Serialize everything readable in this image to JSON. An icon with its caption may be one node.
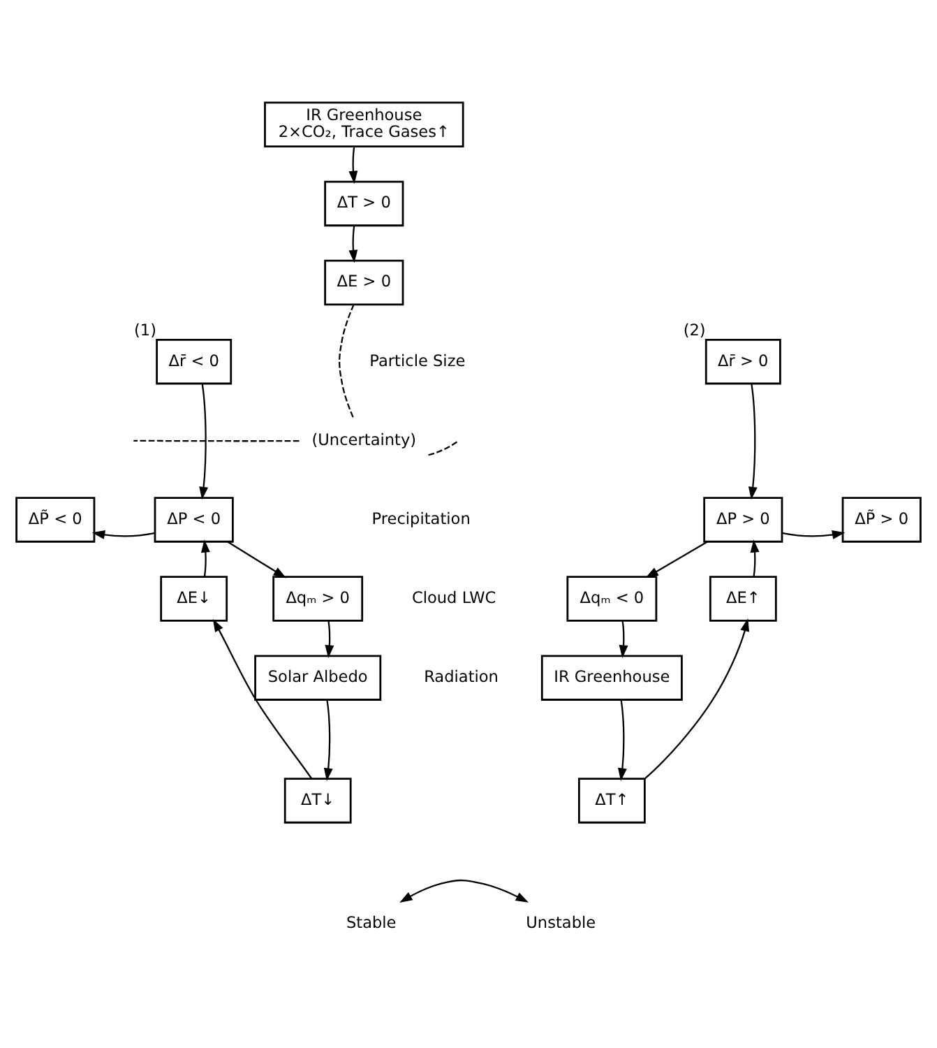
{
  "diagram": {
    "nodes": [
      {
        "text": [
          "IR Greenhouse",
          "2×CO₂, Trace Gases↑"
        ]
      },
      {
        "text": [
          "ΔT > 0"
        ]
      },
      {
        "text": [
          "ΔE > 0"
        ]
      },
      {
        "text": [
          "Δr̄ < 0"
        ],
        "beside": [
          "(1)"
        ]
      },
      {
        "text": [
          "Δr̄ > 0"
        ],
        "beside": [
          "(2)"
        ]
      },
      {
        "text": [
          "(Uncertainty)"
        ]
      },
      {
        "text": [
          "ΔP̃ < 0"
        ]
      },
      {
        "text": [
          "ΔP < 0"
        ]
      },
      {
        "text": [
          "ΔP > 0"
        ]
      },
      {
        "text": [
          "ΔP̃ > 0"
        ]
      },
      {
        "text": [
          "Δqₘ > 0"
        ]
      },
      {
        "text": [
          "Δqₘ < 0"
        ]
      },
      {
        "text": [
          "ΔE↓"
        ]
      },
      {
        "text": [
          "Solar Albedo"
        ]
      },
      {
        "text": [
          "IR Greenhouse"
        ]
      },
      {
        "text": [
          "ΔE↑"
        ]
      },
      {
        "text": [
          "ΔT↓"
        ]
      },
      {
        "text": [
          "ΔT↑"
        ]
      },
      {
        "text": [
          "Stable"
        ]
      },
      {
        "text": [
          "Unstable"
        ]
      }
    ],
    "edges": [
      {
        "from": 0,
        "to": 1,
        "arrow": "to"
      },
      {
        "from": 1,
        "to": 2,
        "arrow": "to"
      },
      {
        "from": 2,
        "to": 5,
        "arrow": "none",
        "style": "dashed"
      },
      {
        "from": 3,
        "to": 7,
        "arrow": "to"
      },
      {
        "from": 4,
        "to": 8,
        "arrow": "to"
      },
      {
        "from": 5,
        "to": null,
        "arrow": "none",
        "style": "dashed"
      },
      {
        "from": 5,
        "to": null,
        "arrow": "none",
        "style": "dashed"
      },
      {
        "from": 7,
        "to": 6,
        "arrow": "to"
      },
      {
        "from": 8,
        "to": 9,
        "arrow": "to"
      },
      {
        "from": 7,
        "to": 10,
        "arrow": "to"
      },
      {
        "from": 10,
        "to": 13,
        "arrow": "to"
      },
      {
        "from": 13,
        "to": 16,
        "arrow": "to"
      },
      {
        "from": 16,
        "to": 12,
        "arrow": "to"
      },
      {
        "from": 12,
        "to": 7,
        "arrow": "to"
      },
      {
        "from": 8,
        "to": 11,
        "arrow": "to"
      },
      {
        "from": 11,
        "to": 14,
        "arrow": "to"
      },
      {
        "from": 14,
        "to": 17,
        "arrow": "to"
      },
      {
        "from": 17,
        "to": 15,
        "arrow": "to"
      },
      {
        "from": 15,
        "to": 8,
        "arrow": "to"
      },
      {
        "from": 18,
        "to": 19,
        "arrow": "both"
      }
    ],
    "labels": [
      "Particle Size",
      "Precipitation",
      "Cloud LWC",
      "Radiation"
    ]
  }
}
